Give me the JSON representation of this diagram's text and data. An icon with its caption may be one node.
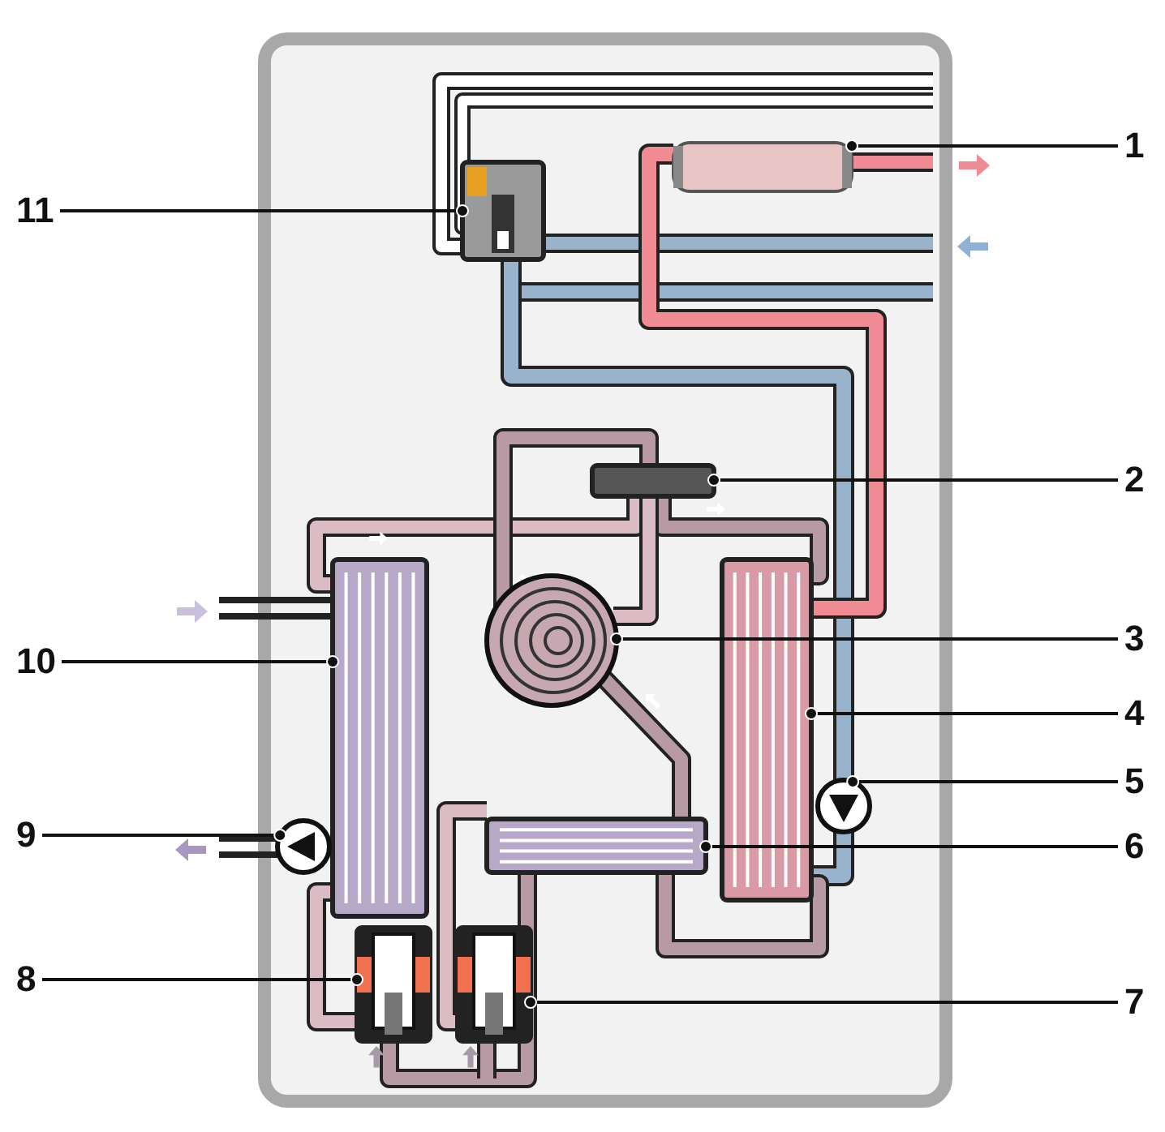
{
  "diagram": {
    "nodes": [
      {
        "text": [
          "1"
        ]
      },
      {
        "text": [
          "11"
        ]
      },
      {
        "text": [
          "2"
        ]
      },
      {
        "text": [
          "3"
        ]
      },
      {
        "text": [
          "10"
        ]
      },
      {
        "text": [
          "4"
        ]
      },
      {
        "text": [
          "5"
        ]
      },
      {
        "text": [
          "9"
        ]
      },
      {
        "text": [
          "6"
        ]
      },
      {
        "text": [
          "8"
        ]
      },
      {
        "text": [
          "7"
        ]
      },
      {
        "text": [],
        "shape": "cylinder"
      },
      {
        "text": [],
        "shape": "box"
      },
      {
        "text": [],
        "shape": "box"
      },
      {
        "text": [],
        "shape": "circle"
      },
      {
        "text": [],
        "shape": "box"
      },
      {
        "text": [],
        "shape": "box"
      },
      {
        "text": [],
        "shape": "circle"
      },
      {
        "text": [],
        "shape": "circle"
      },
      {
        "text": [],
        "shape": "box"
      },
      {
        "text": [],
        "shape": "box"
      },
      {
        "text": [],
        "shape": "box"
      }
    ],
    "edges": [
      {
        "from": 0,
        "to": 11,
        "arrow": "other"
      },
      {
        "from": 1,
        "to": 12,
        "arrow": "other"
      },
      {
        "from": 2,
        "to": 13,
        "arrow": "other"
      },
      {
        "from": 3,
        "to": 14,
        "arrow": "other"
      },
      {
        "from": 4,
        "to": 15,
        "arrow": "other"
      },
      {
        "from": 5,
        "to": 16,
        "arrow": "other"
      },
      {
        "from": 6,
        "to": 17,
        "arrow": "other"
      },
      {
        "from": 7,
        "to": 18,
        "arrow": "other"
      },
      {
        "from": 8,
        "to": 19,
        "arrow": "other"
      },
      {
        "from": 9,
        "to": 20,
        "arrow": "other"
      },
      {
        "from": 10,
        "to": 21,
        "arrow": "other"
      }
    ]
  }
}
